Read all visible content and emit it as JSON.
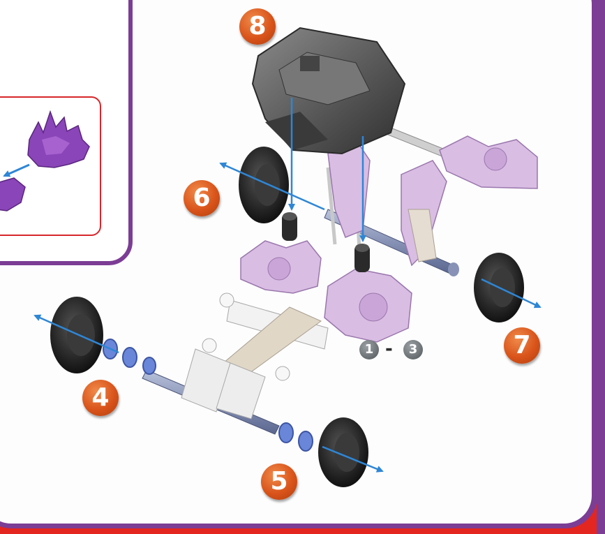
{
  "steps": {
    "step_4": "4",
    "step_5": "5",
    "step_6": "6",
    "step_7": "7",
    "step_8": "8"
  },
  "sub_range": {
    "start": "1",
    "separator": "-",
    "end": "3"
  },
  "colors": {
    "frame_purple": "#7c3d95",
    "page_red": "#e3261f",
    "badge_orange": "#d9541b",
    "arrow_blue": "#2e86d6",
    "part_lavender": "#c9a3d6",
    "part_purple": "#8a45b8",
    "motor_gray": "#5f5f5f",
    "tire_black": "#1e1e1e",
    "spacer_blue": "#6a86d8"
  }
}
